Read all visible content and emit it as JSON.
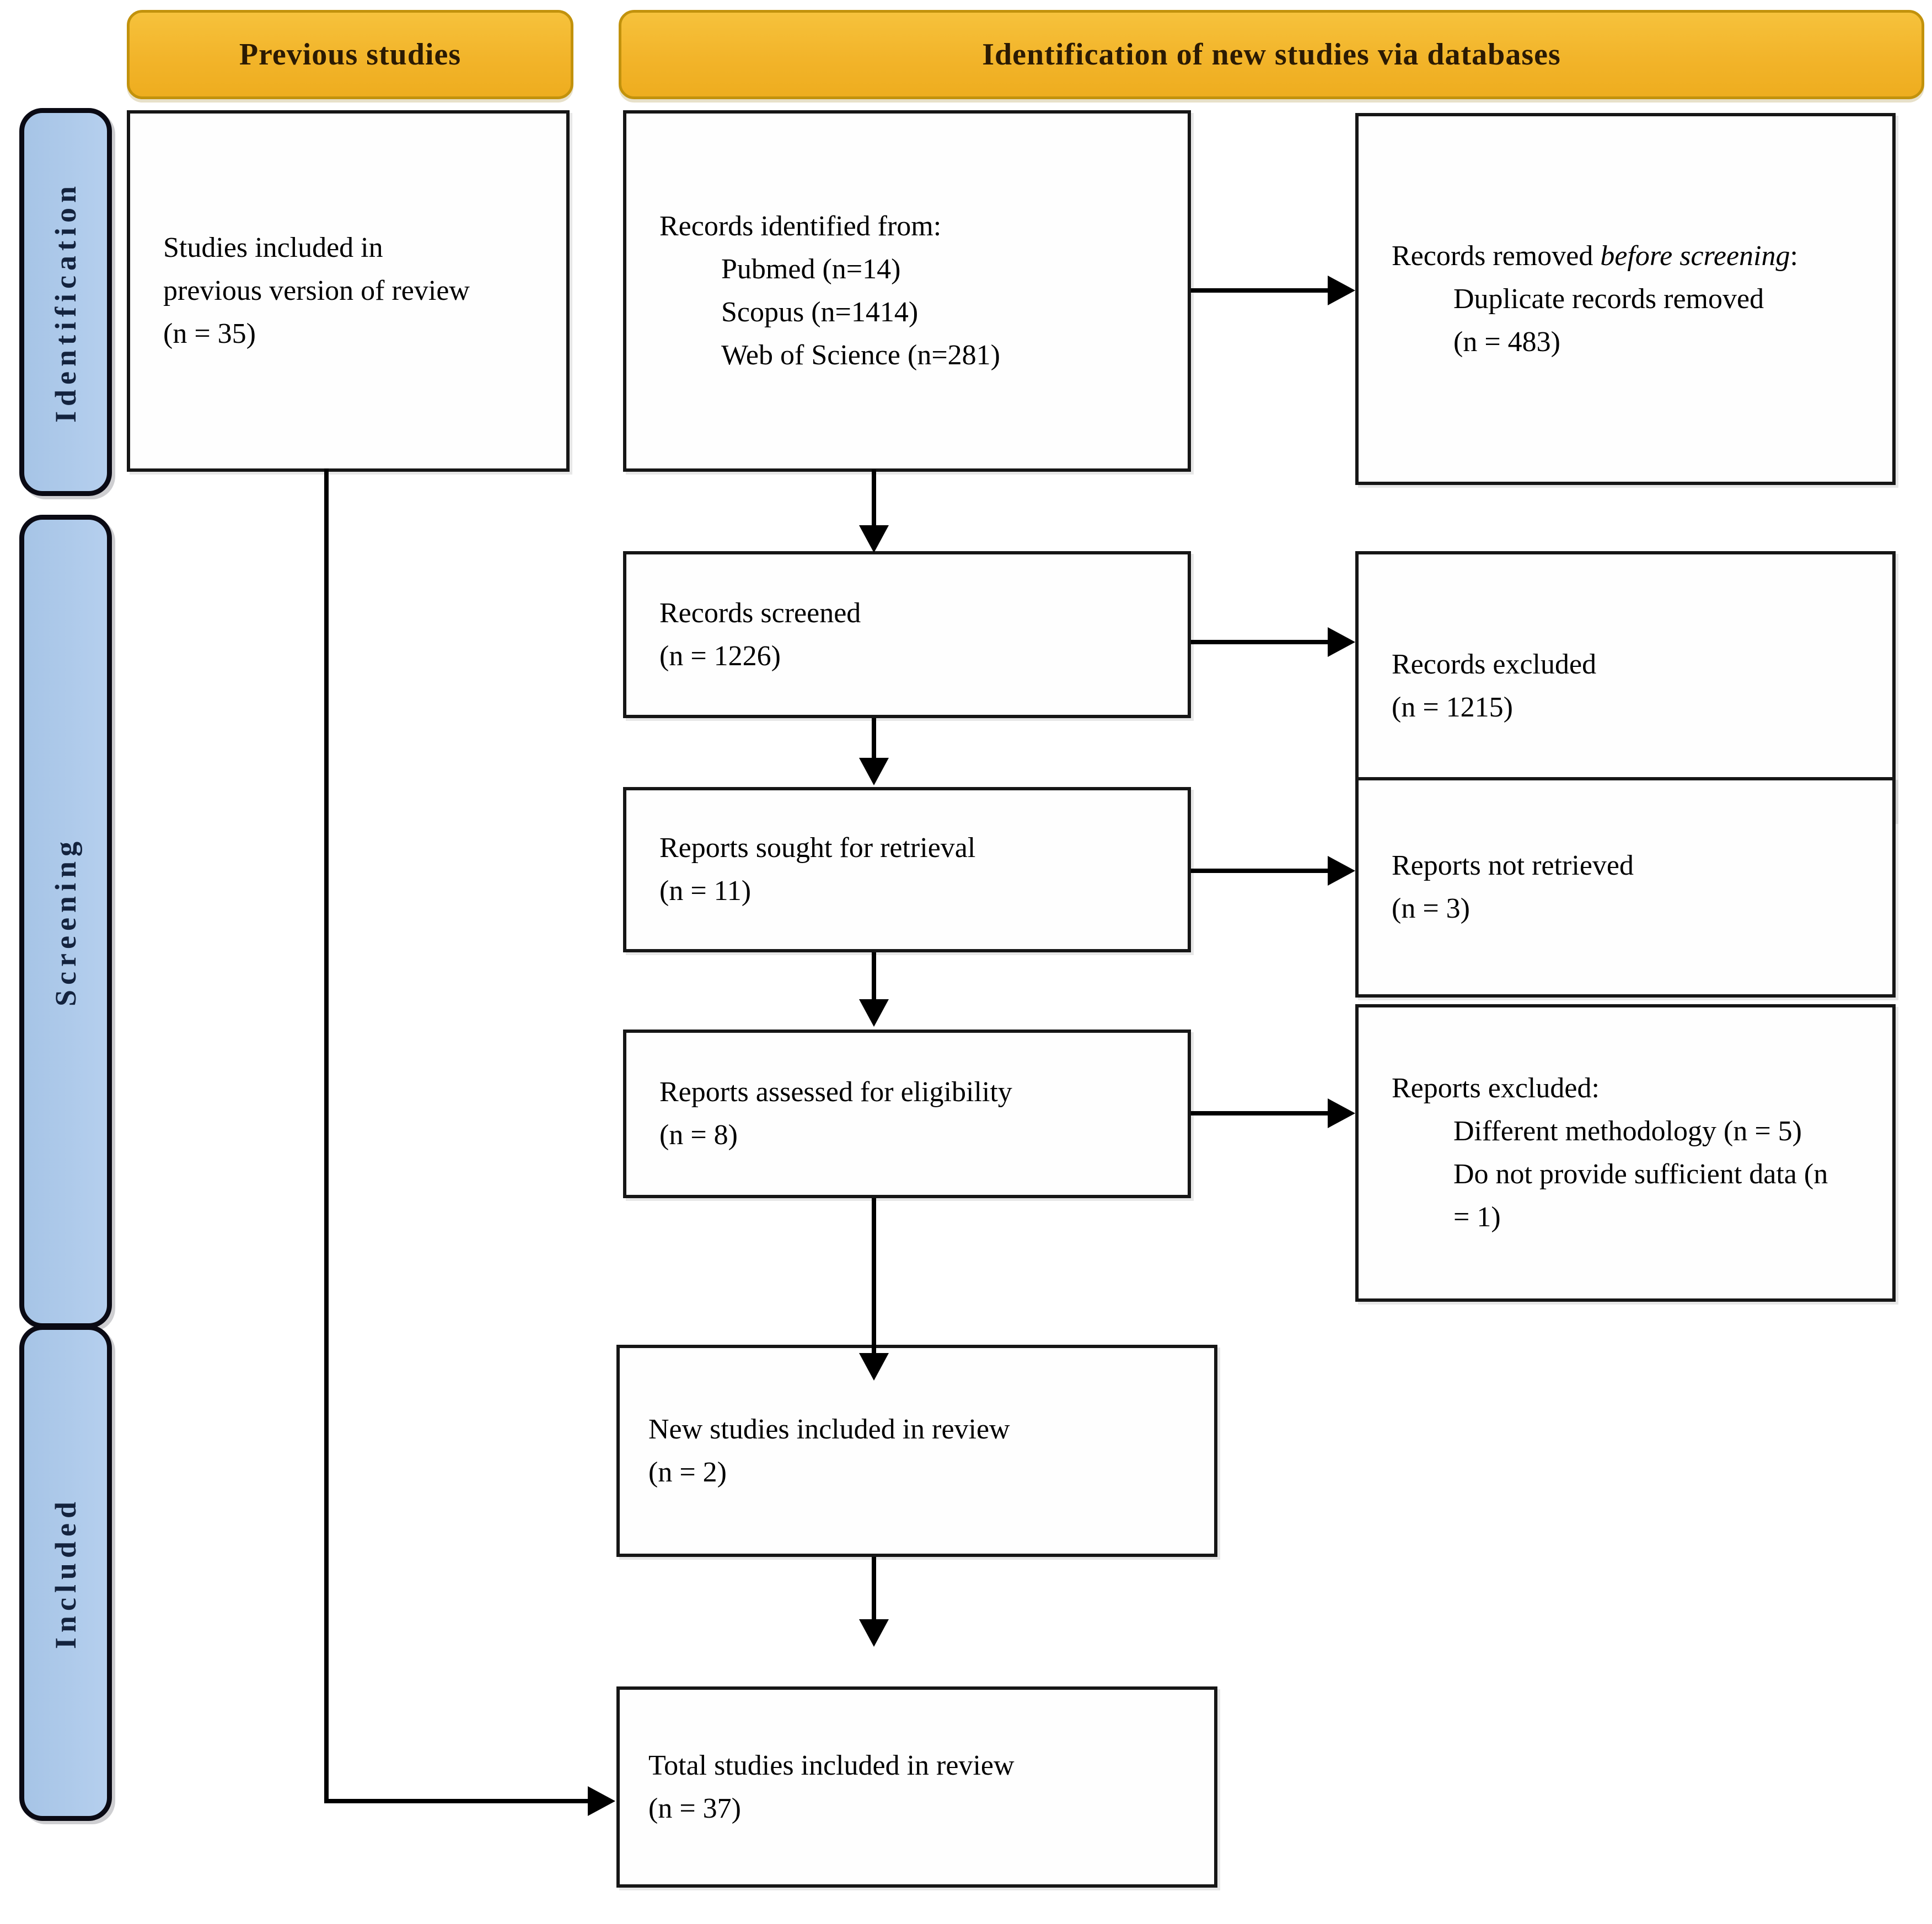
{
  "headers": {
    "previous": "Previous studies",
    "new": "Identification of new studies via databases"
  },
  "stages": {
    "identification": "Identification",
    "screening": "Screening",
    "included": "Included"
  },
  "boxes": {
    "previous_studies": {
      "lines": [
        "Studies included in",
        "previous version of review",
        "(n = 35)"
      ]
    },
    "records_identified": {
      "title": "Records identified from:",
      "items": [
        "Pubmed (n=14)",
        "Scopus (n=1414)",
        "Web of Science (n=281)"
      ]
    },
    "records_removed": {
      "title_prefix": "Records removed ",
      "title_italic": "before screening",
      "title_suffix": ":",
      "items": [
        "Duplicate records removed",
        "(n = 483)"
      ]
    },
    "records_screened": {
      "lines": [
        "Records screened",
        "(n = 1226)"
      ]
    },
    "records_excluded": {
      "lines": [
        "Records excluded",
        "(n = 1215)"
      ]
    },
    "reports_sought": {
      "lines": [
        "Reports sought for retrieval",
        "(n = 11)"
      ]
    },
    "reports_not_retrieved": {
      "lines": [
        "Reports not retrieved",
        "(n = 3)"
      ]
    },
    "reports_assessed": {
      "lines": [
        "Reports assessed for eligibility",
        "(n = 8)"
      ]
    },
    "reports_excluded": {
      "title": "Reports excluded:",
      "items": [
        "Different methodology (n = 5)",
        "Do not provide sufficient data (n",
        "= 1)"
      ]
    },
    "new_studies": {
      "lines": [
        "New studies included in review",
        "(n = 2)"
      ]
    },
    "total_studies": {
      "lines": [
        "Total studies included in review",
        "(n = 37)"
      ]
    }
  },
  "colors": {
    "header_fill": "#F2B42A",
    "header_border": "#C2920C",
    "header_text": "#2B1A03",
    "stage_fill": "#AECBEA",
    "stage_border": "#0A0A14",
    "stage_text": "#14233E",
    "box_background": "#FEFEFE",
    "box_border": "#161616",
    "arrow": "#000000"
  }
}
